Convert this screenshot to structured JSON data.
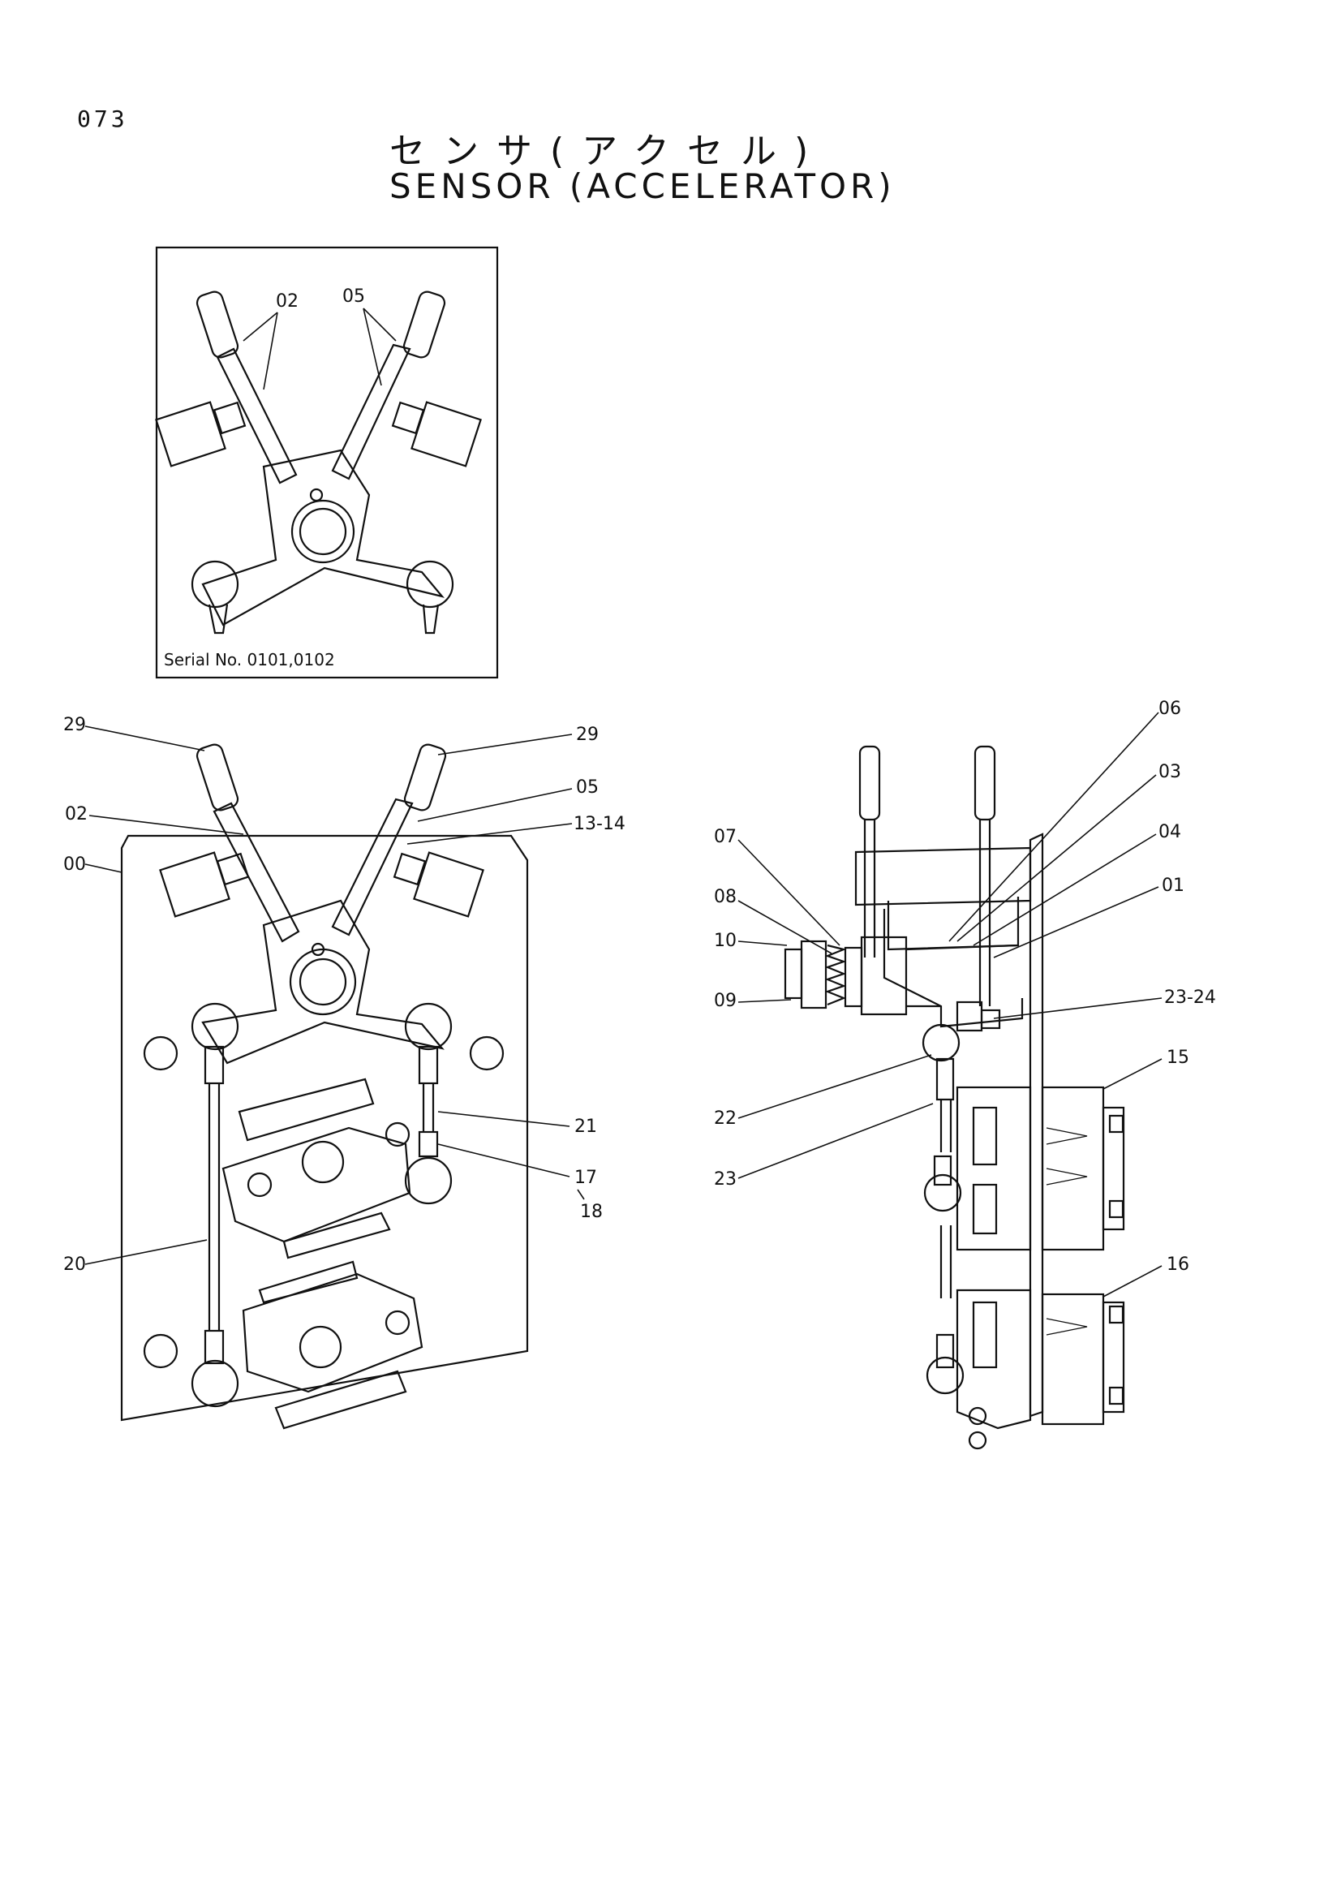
{
  "page": {
    "number": "073"
  },
  "title": {
    "japanese": "センサ(アクセル)",
    "english": "SENSOR (ACCELERATOR)"
  },
  "inset": {
    "serial_note": "Serial No. 0101,0102",
    "callouts": [
      "02",
      "05"
    ]
  },
  "front_view": {
    "callouts": {
      "c29a": "29",
      "c29b": "29",
      "c02": "02",
      "c05": "05",
      "c13_14": "13-14",
      "c00": "00",
      "c21": "21",
      "c17": "17",
      "c18": "18",
      "c20": "20"
    }
  },
  "side_view": {
    "callouts": {
      "c06": "06",
      "c03": "03",
      "c04": "04",
      "c01": "01",
      "c07": "07",
      "c08": "08",
      "c10": "10",
      "c09": "09",
      "c23_24": "23-24",
      "c15": "15",
      "c22": "22",
      "c23": "23",
      "c16": "16"
    }
  }
}
